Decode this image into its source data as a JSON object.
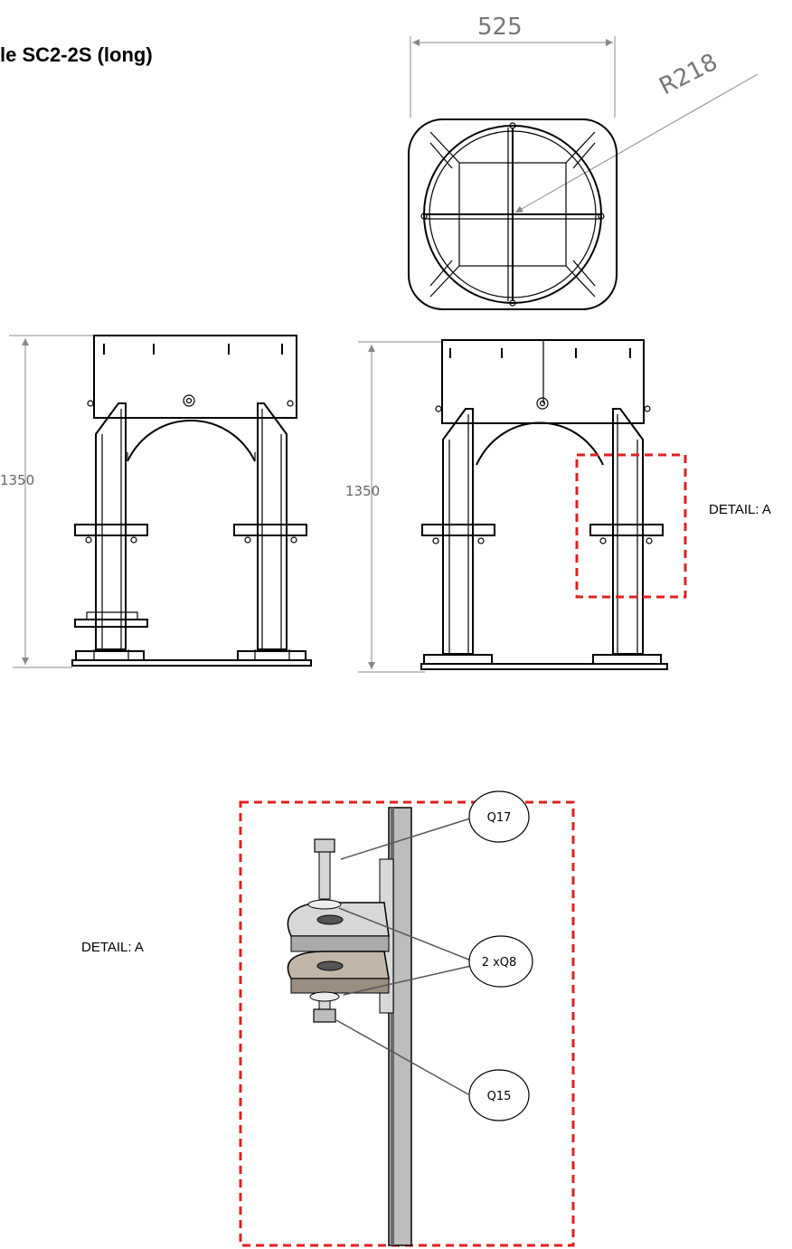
{
  "title": "le SC2-2S (long)",
  "top_view": {
    "width_dim": "525",
    "radius_dim": "R218"
  },
  "front_view": {
    "height_dim": "1350"
  },
  "side_view": {
    "height_dim": "1350",
    "detail_label": "DETAIL: A"
  },
  "detail_view": {
    "label": "DETAIL: A",
    "callouts": [
      {
        "text": "Q17"
      },
      {
        "text": "2 xQ8"
      },
      {
        "text": "Q15"
      }
    ]
  },
  "colors": {
    "detail_frame": "#e02020",
    "plate_light": "#d8d8d8",
    "plate_dark": "#c2b6a8",
    "steel": "#555555"
  }
}
